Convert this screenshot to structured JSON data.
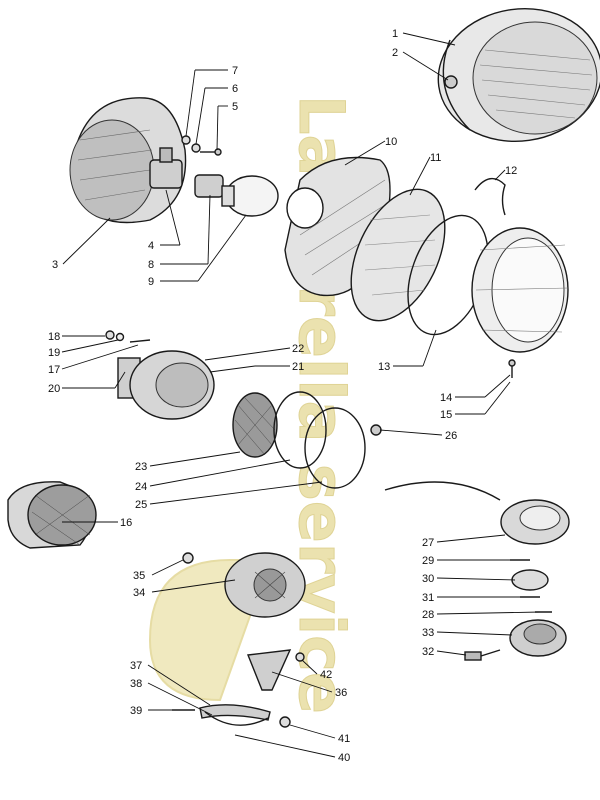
{
  "watermark": {
    "text": "Lambrella service",
    "color": "#e9dfa6"
  },
  "callouts": [
    {
      "id": 1,
      "label": "1"
    },
    {
      "id": 2,
      "label": "2"
    },
    {
      "id": 3,
      "label": "3"
    },
    {
      "id": 4,
      "label": "4"
    },
    {
      "id": 5,
      "label": "5"
    },
    {
      "id": 6,
      "label": "6"
    },
    {
      "id": 7,
      "label": "7"
    },
    {
      "id": 8,
      "label": "8"
    },
    {
      "id": 9,
      "label": "9"
    },
    {
      "id": 10,
      "label": "10"
    },
    {
      "id": 11,
      "label": "11"
    },
    {
      "id": 12,
      "label": "12"
    },
    {
      "id": 13,
      "label": "13"
    },
    {
      "id": 14,
      "label": "14"
    },
    {
      "id": 15,
      "label": "15"
    },
    {
      "id": 16,
      "label": "16"
    },
    {
      "id": 17,
      "label": "17"
    },
    {
      "id": 18,
      "label": "18"
    },
    {
      "id": 19,
      "label": "19"
    },
    {
      "id": 20,
      "label": "20"
    },
    {
      "id": 21,
      "label": "21"
    },
    {
      "id": 22,
      "label": "22"
    },
    {
      "id": 23,
      "label": "23"
    },
    {
      "id": 24,
      "label": "24"
    },
    {
      "id": 25,
      "label": "25"
    },
    {
      "id": 26,
      "label": "26"
    },
    {
      "id": 27,
      "label": "27"
    },
    {
      "id": 28,
      "label": "28"
    },
    {
      "id": 29,
      "label": "29"
    },
    {
      "id": 30,
      "label": "30"
    },
    {
      "id": 31,
      "label": "31"
    },
    {
      "id": 32,
      "label": "32"
    },
    {
      "id": 33,
      "label": "33"
    },
    {
      "id": 34,
      "label": "34"
    },
    {
      "id": 35,
      "label": "35"
    },
    {
      "id": 36,
      "label": "36"
    },
    {
      "id": 37,
      "label": "37"
    },
    {
      "id": 38,
      "label": "38"
    },
    {
      "id": 39,
      "label": "39"
    },
    {
      "id": 40,
      "label": "40"
    },
    {
      "id": 41,
      "label": "41"
    },
    {
      "id": 42,
      "label": "42"
    }
  ]
}
